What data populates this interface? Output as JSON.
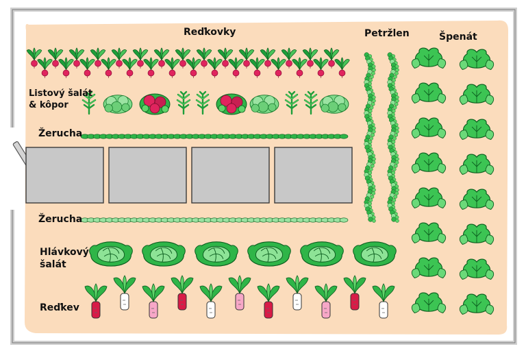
{
  "labels": {
    "radishes": "Reďkovky",
    "parsley": "Petržlen",
    "spinach": "Špenát",
    "leaf_lettuce_line1": "Listový šalát",
    "leaf_lettuce_line2": "& kôpor",
    "cress_top": "Žerucha",
    "cress_bottom": "Žerucha",
    "head_lettuce_line1": "Hlávkový",
    "head_lettuce_line2": "šalát",
    "daikon": "Reďkev"
  },
  "colors": {
    "bed": "#fbdcbc",
    "fence": "#cfcfcf",
    "paver": "#c8c8c8",
    "leaf_dark": "#1e9e3a",
    "leaf_light": "#5fd56a",
    "radish_red": "#e0245e",
    "radish_pink": "#f7a7c7",
    "daikon_white": "#ffffff",
    "daikon_red": "#d81b47"
  },
  "icons": {
    "radish": "radish-plant-icon",
    "dill": "dill-plant-icon",
    "lettuce_green": "leaf-lettuce-icon",
    "lettuce_red": "red-leaf-lettuce-icon",
    "cabbage": "head-lettuce-icon",
    "spinach": "spinach-plant-icon",
    "daikon": "daikon-plant-icon",
    "parsley": "parsley-row-icon",
    "cress": "cress-row-icon",
    "paver": "paver-slab",
    "gate": "garden-gate"
  },
  "layout_plan": {
    "radish_row": [
      "red",
      "red",
      "red",
      "red",
      "red",
      "red",
      "red",
      "red",
      "red",
      "red",
      "red",
      "red",
      "red",
      "red",
      "red",
      "red",
      "red",
      "red",
      "red",
      "red",
      "red",
      "red",
      "red",
      "red",
      "red",
      "red",
      "red",
      "red",
      "red",
      "red"
    ],
    "leaf_row": [
      "dill",
      "green",
      "red",
      "dill",
      "dill",
      "red",
      "green",
      "dill",
      "dill",
      "green"
    ],
    "head_lettuce_count": 6,
    "daikon_row": [
      "red",
      "white",
      "pink",
      "red",
      "white",
      "pink",
      "red",
      "white",
      "pink",
      "red",
      "white"
    ],
    "spinach_rows": 8,
    "paver_count": 4
  }
}
